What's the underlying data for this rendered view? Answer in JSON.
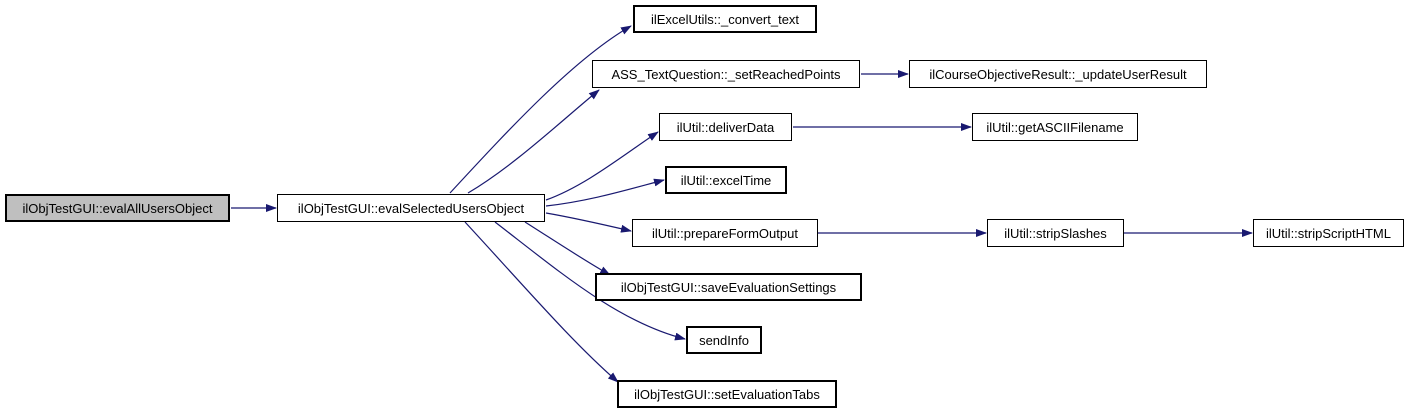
{
  "diagram": {
    "type": "doxygen-call-graph",
    "colors": {
      "edge": "#191970",
      "node_border": "#000000",
      "node_fill": "#ffffff",
      "highlight_node_fill": "#bfbfbf",
      "text": "#000000",
      "background": "#ffffff"
    },
    "nodes": [
      {
        "id": "evalAllUsersObject",
        "label": "ilObjTestGUI::evalAllUsersObject"
      },
      {
        "id": "evalSelectedUsersObject",
        "label": "ilObjTestGUI::evalSelectedUsersObject"
      },
      {
        "id": "convert_text",
        "label": "ilExcelUtils::_convert_text"
      },
      {
        "id": "setReachedPoints",
        "label": "ASS_TextQuestion::_setReachedPoints"
      },
      {
        "id": "updateUserResult",
        "label": "ilCourseObjectiveResult::_updateUserResult"
      },
      {
        "id": "deliverData",
        "label": "ilUtil::deliverData"
      },
      {
        "id": "getASCIIFilename",
        "label": "ilUtil::getASCIIFilename"
      },
      {
        "id": "excelTime",
        "label": "ilUtil::excelTime"
      },
      {
        "id": "prepareFormOutput",
        "label": "ilUtil::prepareFormOutput"
      },
      {
        "id": "stripSlashes",
        "label": "ilUtil::stripSlashes"
      },
      {
        "id": "stripScriptHTML",
        "label": "ilUtil::stripScriptHTML"
      },
      {
        "id": "saveEvaluationSettings",
        "label": "ilObjTestGUI::saveEvaluationSettings"
      },
      {
        "id": "sendInfo",
        "label": "sendInfo"
      },
      {
        "id": "setEvaluationTabs",
        "label": "ilObjTestGUI::setEvaluationTabs"
      }
    ],
    "edges": [
      {
        "from": "evalAllUsersObject",
        "to": "evalSelectedUsersObject"
      },
      {
        "from": "evalSelectedUsersObject",
        "to": "convert_text"
      },
      {
        "from": "evalSelectedUsersObject",
        "to": "setReachedPoints"
      },
      {
        "from": "evalSelectedUsersObject",
        "to": "deliverData"
      },
      {
        "from": "evalSelectedUsersObject",
        "to": "excelTime"
      },
      {
        "from": "evalSelectedUsersObject",
        "to": "prepareFormOutput"
      },
      {
        "from": "evalSelectedUsersObject",
        "to": "saveEvaluationSettings"
      },
      {
        "from": "evalSelectedUsersObject",
        "to": "sendInfo"
      },
      {
        "from": "evalSelectedUsersObject",
        "to": "setEvaluationTabs"
      },
      {
        "from": "setReachedPoints",
        "to": "updateUserResult"
      },
      {
        "from": "deliverData",
        "to": "getASCIIFilename"
      },
      {
        "from": "prepareFormOutput",
        "to": "stripSlashes"
      },
      {
        "from": "stripSlashes",
        "to": "stripScriptHTML"
      }
    ]
  }
}
